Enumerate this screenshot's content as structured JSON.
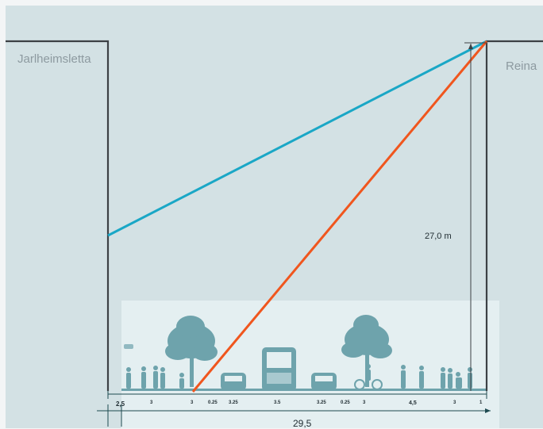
{
  "labels": {
    "left_area": "Jarlheimsletta",
    "right_area": "Reina",
    "height_dimension": "27,0 m",
    "total_width": "29,5"
  },
  "segment_widths": [
    "2,5",
    "3",
    "3",
    "0.25",
    "3.25",
    "3.5",
    "3.25",
    "0.25",
    "3",
    "4,5",
    "3",
    "1"
  ],
  "colors": {
    "background": "#d3e1e4",
    "frame": "#f3f5f6",
    "wall": "#3c4145",
    "sightline_blue": "#1aa7c6",
    "sightline_orange": "#f0561e",
    "street_panel": "#e4eff1",
    "silhouette": "#6ea3ac"
  },
  "icons": [
    "tree-icon",
    "bus-icon",
    "car-icon",
    "pedestrian-icon",
    "cyclist-icon"
  ]
}
